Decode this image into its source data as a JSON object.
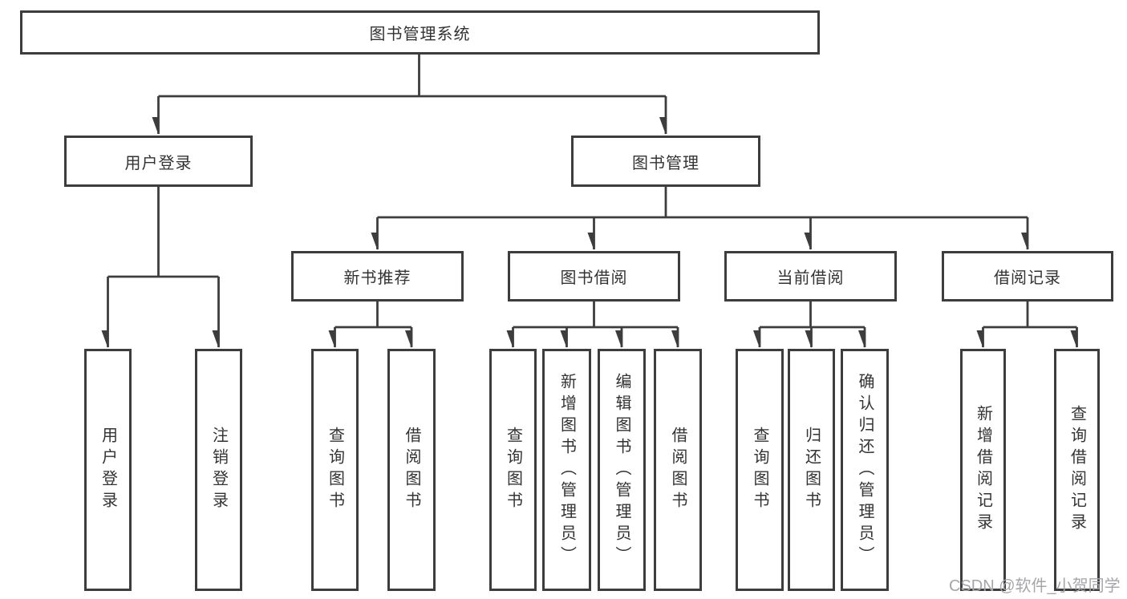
{
  "diagram": {
    "title": "图书管理系统",
    "watermark": "CSDN @软件_小贺同学",
    "colors": {
      "line": "#3d3d3d",
      "box_border": "#3d3d3d",
      "box_fill": "#ffffff",
      "text": "#333333",
      "watermark": "#a6a6aa",
      "background": "#ffffff"
    },
    "nodes": {
      "root": "图书管理系统",
      "user_login": "用户登录",
      "book_mgmt": "图书管理",
      "new_book_rec": "新书推荐",
      "book_borrow": "图书借阅",
      "current_borrow": "当前借阅",
      "borrow_records": "借阅记录",
      "leaf_user_login": "用户登录",
      "leaf_logout": "注销登录",
      "leaf_query_book_rec": "查询图书",
      "leaf_borrow_book_rec": "借阅图书",
      "leaf_query_book_borrow": "查询图书",
      "leaf_add_book_admin": "新增图书（管理员）",
      "leaf_edit_book_admin": "编辑图书（管理员）",
      "leaf_borrow_book_borrow": "借阅图书",
      "leaf_query_book_current": "查询图书",
      "leaf_return_book": "归还图书",
      "leaf_confirm_return_admin": "确认归还（管理员）",
      "leaf_add_borrow_record": "新增借阅记录",
      "leaf_query_borrow_record": "查询借阅记录"
    }
  }
}
